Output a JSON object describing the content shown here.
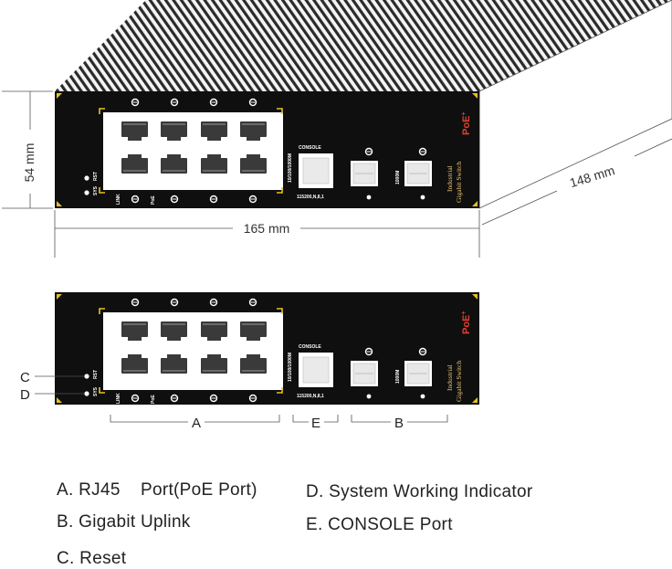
{
  "dimensions": {
    "height": "54 mm",
    "width": "165 mm",
    "depth": "148 mm"
  },
  "panel": {
    "console_label": "CONSOLE",
    "baud_label": "115200,N,8,1",
    "speed_label": "10/100/1000M",
    "sfp_speed_label": "1000M",
    "rst_label": "RST",
    "sys_label": "SYS",
    "link_label": "LINK",
    "poe_small": "PoE",
    "brand_line1": "Industrial",
    "brand_line2": "Gigabit Switch",
    "brand_poe": "PoE",
    "brand_poe_sup": "+"
  },
  "callouts": {
    "c": "C",
    "d": "D",
    "a": "A",
    "e": "E",
    "b": "B"
  },
  "legend": [
    {
      "key": "A",
      "text": "A. RJ45    Port(PoE Port)"
    },
    {
      "key": "D",
      "text": "D. System Working Indicator"
    },
    {
      "key": "B",
      "text": "B. Gigabit Uplink"
    },
    {
      "key": "E",
      "text": "E. CONSOLE Port"
    },
    {
      "key": "C",
      "text": "C. Reset"
    }
  ]
}
